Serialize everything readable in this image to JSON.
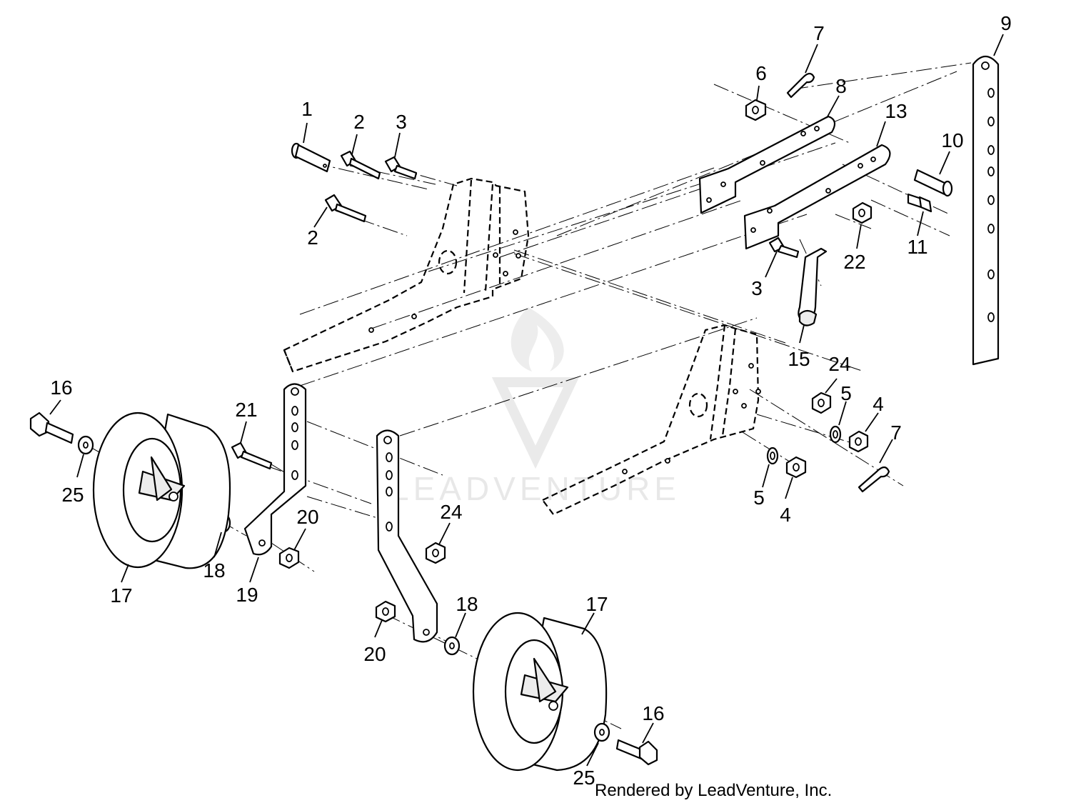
{
  "footer": {
    "rendered_by": "Rendered by LeadVenture, Inc."
  },
  "watermark": {
    "text": "LEADVENTURE"
  },
  "callouts": {
    "c1": "1",
    "c2a": "2",
    "c2b": "2",
    "c3a": "3",
    "c3b": "3",
    "c4a": "4",
    "c4b": "4",
    "c5a": "5",
    "c5b": "5",
    "c6": "6",
    "c7a": "7",
    "c7b": "7",
    "c8": "8",
    "c9": "9",
    "c10": "10",
    "c11": "11",
    "c13": "13",
    "c15": "15",
    "c16a": "16",
    "c16b": "16",
    "c17a": "17",
    "c17b": "17",
    "c18a": "18",
    "c18b": "18",
    "c19": "19",
    "c20a": "20",
    "c20b": "20",
    "c21": "21",
    "c22": "22",
    "c24a": "24",
    "c24b": "24",
    "c25a": "25",
    "c25b": "25"
  }
}
